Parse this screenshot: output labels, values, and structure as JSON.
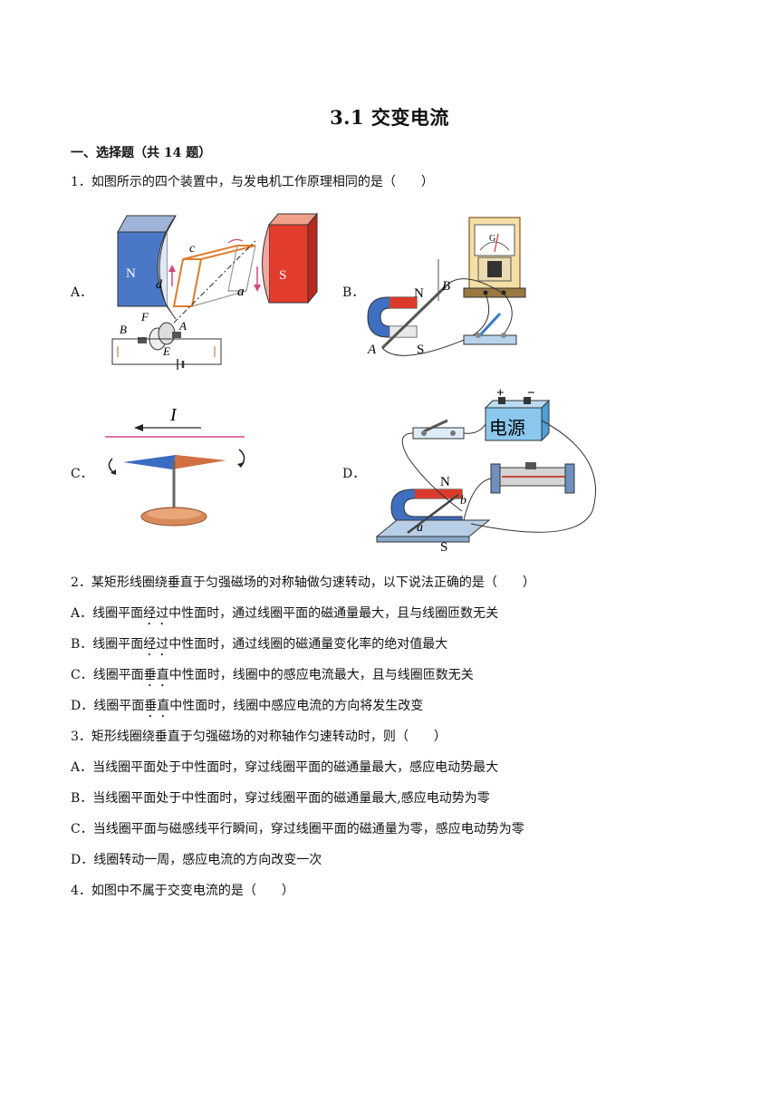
{
  "title": "3.1 交变电流",
  "section": "一、选择题（共 14 题）",
  "q1": {
    "stem": "1．如图所示的四个装置中，与发电机工作原理相同的是（　　）",
    "options": [
      "A．",
      "B．",
      "C．",
      "D．"
    ],
    "figA": {
      "n": "N",
      "s": "S",
      "c": "c",
      "d": "d",
      "a": "a",
      "b": "B",
      "f": "F",
      "aa": "A",
      "e": "E"
    },
    "figB": {
      "n": "N",
      "s": "S",
      "b": "B",
      "a": "A",
      "g": "G"
    },
    "figC": {
      "i": "I"
    },
    "figD": {
      "plus": "+",
      "minus": "−",
      "power": "电源",
      "n": "N",
      "s": "S",
      "b": "b",
      "a": "a"
    }
  },
  "q2": {
    "stem": "2．某矩形线圈绕垂直于匀强磁场的对称轴做匀速转动，以下说法正确的是（　　）",
    "A": {
      "pre": "A．线圈平面",
      "em": "经过",
      "post": "中性面时，通过线圈平面的磁通量最大，且与线圈匝数无关"
    },
    "B": {
      "pre": "B．线圈平面",
      "em": "经过",
      "post": "中性面时，通过线圈的磁通量变化率的绝对值最大"
    },
    "C": {
      "pre": "C．线圈平面",
      "em": "垂直",
      "post": "中性面时，线圈中的感应电流最大，且与线圈匝数无关"
    },
    "D": {
      "pre": "D．线圈平面",
      "em": "垂直",
      "post": "中性面时，线圈中感应电流的方向将发生改变"
    }
  },
  "q3": {
    "stem": "3．矩形线圈绕垂直于匀强磁场的对称轴作匀速转动时，则（　　）",
    "A": "A．当线圈平面处于中性面时，穿过线圈平面的磁通量最大，感应电动势最大",
    "B": "B．当线圈平面处于中性面时，穿过线圈平面的磁通量最大,感应电动势为零",
    "C": "C．当线圈平面与磁感线平行瞬间，穿过线圈平面的磁通量为零，感应电动势为零",
    "D": "D．线圈转动一周，感应电流的方向改变一次"
  },
  "q4": {
    "stem": "4．如图中不属于交变电流的是（　　）"
  }
}
